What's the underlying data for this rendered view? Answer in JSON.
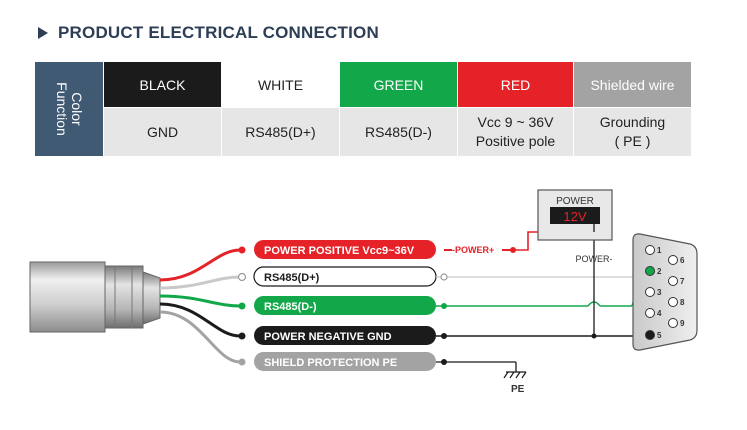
{
  "header": {
    "title": "PRODUCT ELECTRICAL CONNECTION"
  },
  "table": {
    "corner_label": "Color\nFunction",
    "columns": [
      {
        "color": "BLACK",
        "function": "GND"
      },
      {
        "color": "WHITE",
        "function": "RS485(D+)"
      },
      {
        "color": "GREEN",
        "function": "RS485(D-)"
      },
      {
        "color": "RED",
        "function": "Vcc 9 ~ 36V\nPositive pole"
      },
      {
        "color": "Shielded wire",
        "function": "Grounding\n( PE )"
      }
    ]
  },
  "diagram": {
    "labels": {
      "power_positive": "POWER POSITIVE Vcc9~36V",
      "rs485_plus": "RS485(D+)",
      "rs485_minus": "RS485(D-)",
      "power_negative": "POWER NEGATIVE GND",
      "shield": "SHIELD PROTECTION PE"
    },
    "power_plus_tag": "-POWER+",
    "power_box_title": "POWER",
    "power_box_value": "12V",
    "power_minus_tag": "POWER-",
    "pe_tag": "PE",
    "db9_pins": [
      "1",
      "2",
      "3",
      "4",
      "5",
      "6",
      "7",
      "8",
      "9"
    ]
  },
  "colors": {
    "title": "#2d3e55",
    "red": "#e52228",
    "green": "#12a84a",
    "black": "#1b1b1b",
    "gray": "#a3a3a3",
    "header_blue": "#3f5a72"
  }
}
